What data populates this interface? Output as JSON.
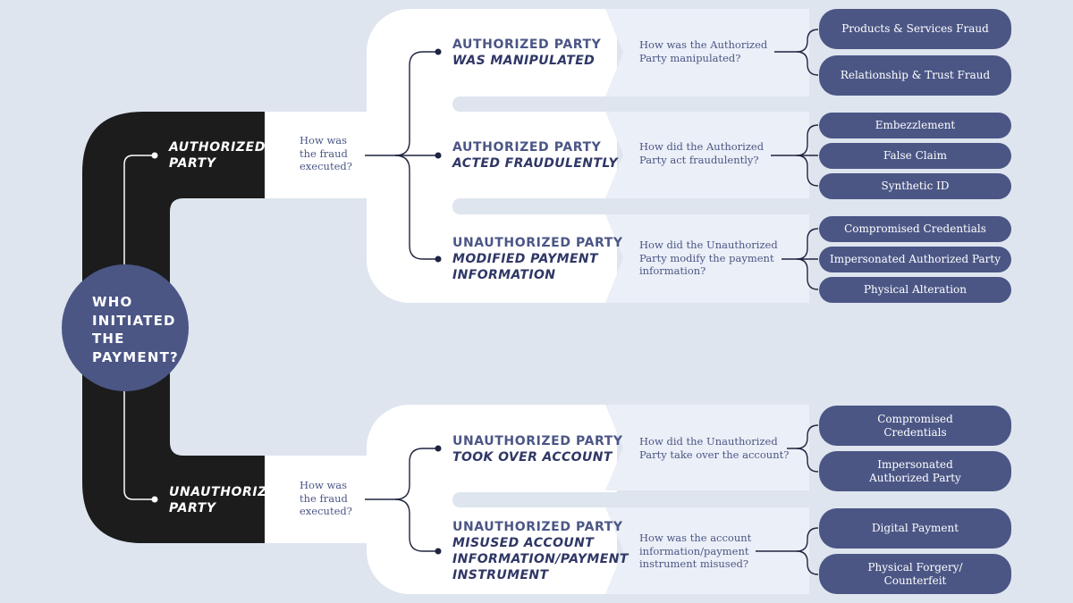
{
  "root": {
    "lines": [
      "WHO",
      "INITIATED",
      "THE",
      "PAYMENT?"
    ]
  },
  "level1": [
    {
      "label_lines": [
        "AUTHORIZED",
        "PARTY"
      ],
      "question_lines": [
        "How was",
        "the fraud",
        "executed?"
      ]
    },
    {
      "label_lines": [
        "UNAUTHORIZED",
        "PARTY"
      ],
      "question_lines": [
        "How was",
        "the fraud",
        "executed?"
      ]
    }
  ],
  "branches": [
    {
      "title": "AUTHORIZED PARTY",
      "subtitle_lines": [
        "WAS MANIPULATED"
      ],
      "question_lines": [
        "How was the Authorized",
        "Party manipulated?"
      ],
      "leaves": [
        [
          "Products & Services Fraud"
        ],
        [
          "Relationship & Trust Fraud"
        ]
      ]
    },
    {
      "title": "AUTHORIZED PARTY",
      "subtitle_lines": [
        "ACTED FRAUDULENTLY"
      ],
      "question_lines": [
        "How did the Authorized",
        "Party act fraudulently?"
      ],
      "leaves": [
        [
          "Embezzlement"
        ],
        [
          "False Claim"
        ],
        [
          "Synthetic ID"
        ]
      ]
    },
    {
      "title": "UNAUTHORIZED PARTY",
      "subtitle_lines": [
        "MODIFIED PAYMENT",
        "INFORMATION"
      ],
      "question_lines": [
        "How did the Unauthorized",
        "Party modify the payment",
        "information?"
      ],
      "leaves": [
        [
          "Compromised Credentials"
        ],
        [
          "Impersonated Authorized Party"
        ],
        [
          "Physical Alteration"
        ]
      ]
    },
    {
      "title": "UNAUTHORIZED PARTY",
      "subtitle_lines": [
        "TOOK OVER ACCOUNT"
      ],
      "question_lines": [
        "How did the Unauthorized",
        "Party take over the account?"
      ],
      "leaves": [
        [
          "Compromised",
          "Credentials"
        ],
        [
          "Impersonated",
          "Authorized Party"
        ]
      ]
    },
    {
      "title": "UNAUTHORIZED PARTY",
      "subtitle_lines": [
        "MISUSED ACCOUNT",
        "INFORMATION/PAYMENT",
        "INSTRUMENT"
      ],
      "question_lines": [
        "How was the account",
        "information/payment",
        "instrument misused?"
      ],
      "leaves": [
        [
          "Digital Payment"
        ],
        [
          "Physical Forgery/",
          "Counterfeit"
        ]
      ]
    }
  ],
  "colors": {
    "background": "#dee5ee",
    "dark": "#1c1c1c",
    "accent": "#4b5685",
    "panel_light": "#ebeff7"
  }
}
